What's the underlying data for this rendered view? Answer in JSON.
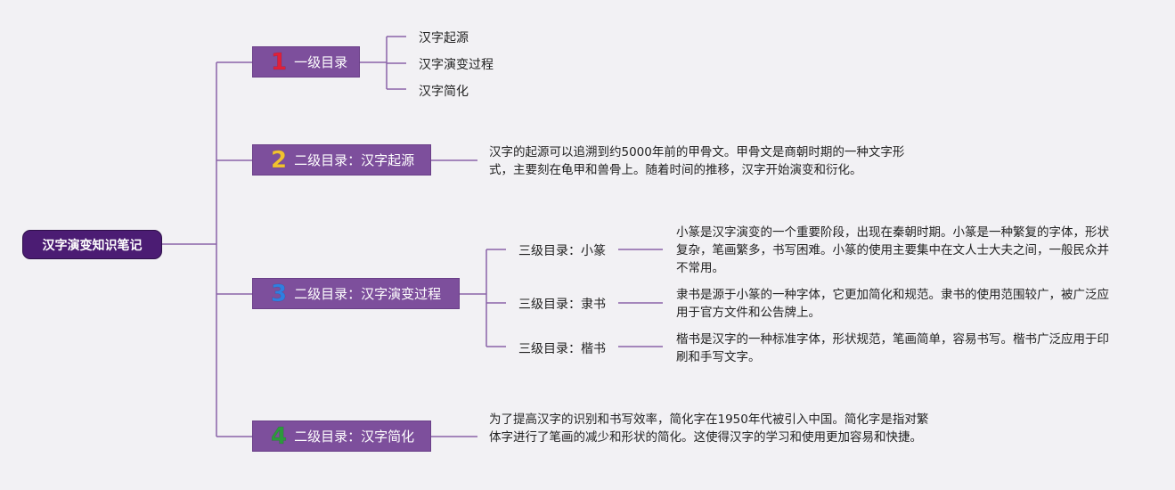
{
  "root": {
    "label": "汉字演变知识笔记"
  },
  "colors": {
    "root_bg": "#4b1c73",
    "node_bg": "#7d4f9c",
    "line": "#8a63a8",
    "num1": "#e0203a",
    "num2": "#f2c230",
    "num3": "#2f7fe0",
    "num4": "#2c9a3c"
  },
  "branches": [
    {
      "num": "1",
      "label": "一级目录",
      "children": [
        "汉字起源",
        "汉字演变过程",
        "汉字简化"
      ]
    },
    {
      "num": "2",
      "label": "二级目录：汉字起源",
      "text": "汉字的起源可以追溯到约5000年前的甲骨文。甲骨文是商朝时期的一种文字形式，主要刻在龟甲和兽骨上。随着时间的推移，汉字开始演变和衍化。"
    },
    {
      "num": "3",
      "label": "二级目录：汉字演变过程",
      "children": [
        {
          "label": "三级目录：小篆",
          "text": "小篆是汉字演变的一个重要阶段，出现在秦朝时期。小篆是一种繁复的字体，形状复杂，笔画繁多，书写困难。小篆的使用主要集中在文人士大夫之间，一般民众并不常用。"
        },
        {
          "label": "三级目录：隶书",
          "text": "隶书是源于小篆的一种字体，它更加简化和规范。隶书的使用范围较广，被广泛应用于官方文件和公告牌上。"
        },
        {
          "label": "三级目录：楷书",
          "text": "楷书是汉字的一种标准字体，形状规范，笔画简单，容易书写。楷书广泛应用于印刷和手写文字。"
        }
      ]
    },
    {
      "num": "4",
      "label": "二级目录：汉字简化",
      "text": "为了提高汉字的识别和书写效率，简化字在1950年代被引入中国。简化字是指对繁体字进行了笔画的减少和形状的简化。这使得汉字的学习和使用更加容易和快捷。"
    }
  ]
}
